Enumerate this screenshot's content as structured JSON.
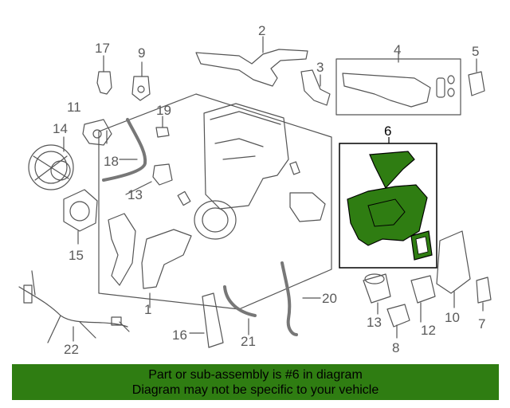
{
  "diagram": {
    "callouts": [
      "1",
      "2",
      "3",
      "4",
      "5",
      "6",
      "7",
      "8",
      "9",
      "10",
      "11",
      "12",
      "13",
      "13",
      "14",
      "15",
      "16",
      "17",
      "18",
      "19",
      "20",
      "21",
      "22"
    ],
    "highlight_color": "#2f7d12"
  },
  "banner": {
    "line1": "Part or sub-assembly is #6 in diagram",
    "line2": "Diagram may not be specific to your vehicle",
    "background": "#2f7d12"
  }
}
